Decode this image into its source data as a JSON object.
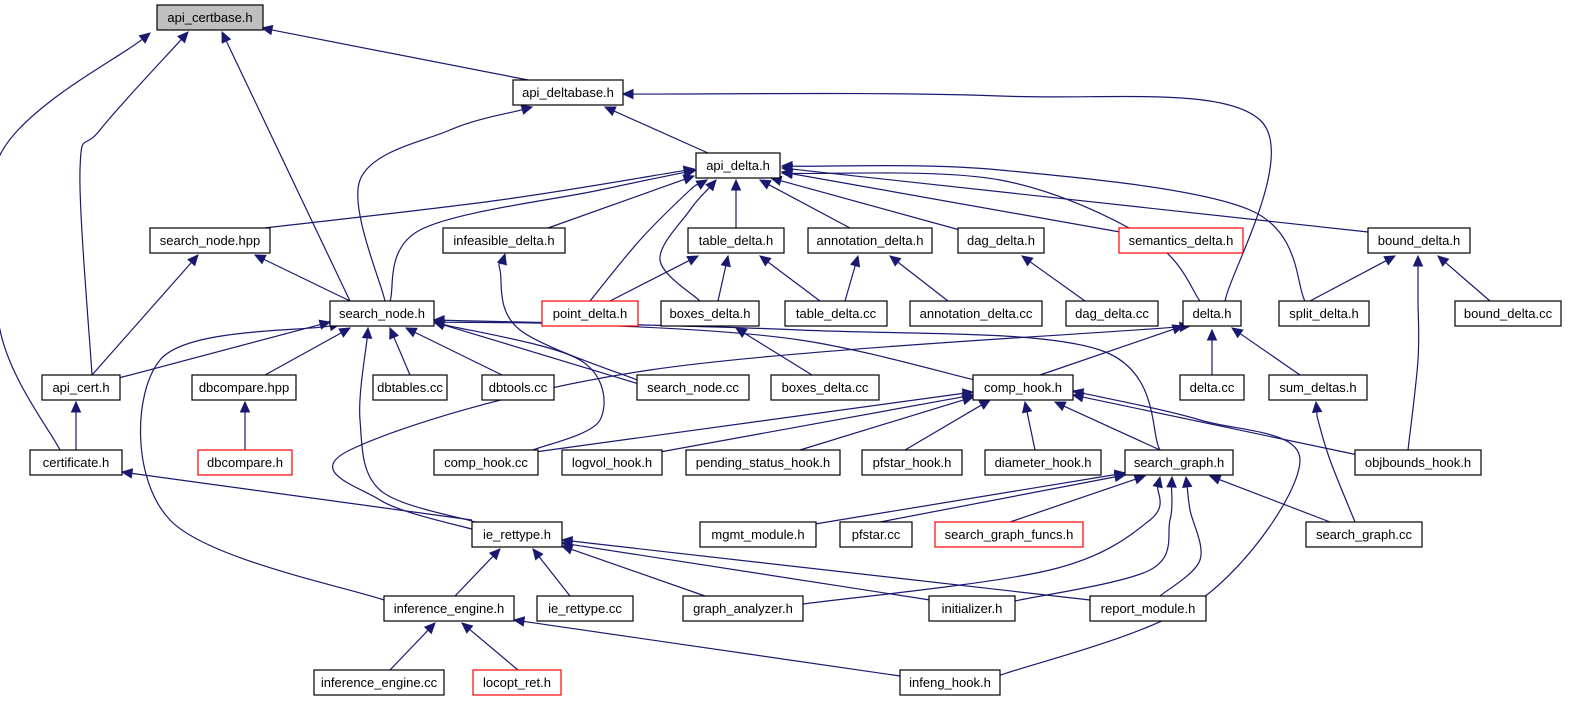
{
  "graph": {
    "colors": {
      "edge": "#191970",
      "border": "#000000",
      "highlight_border": "#ff0000",
      "root_fill": "#bfbfbf",
      "fill": "#ffffff"
    },
    "nodes": [
      {
        "id": "api_certbase",
        "label": "api_certbase.h",
        "root": true
      },
      {
        "id": "api_deltabase",
        "label": "api_deltabase.h"
      },
      {
        "id": "api_delta",
        "label": "api_delta.h"
      },
      {
        "id": "search_node_hpp",
        "label": "search_node.hpp"
      },
      {
        "id": "infeasible_delta",
        "label": "infeasible_delta.h"
      },
      {
        "id": "table_delta",
        "label": "table_delta.h"
      },
      {
        "id": "annotation_delta",
        "label": "annotation_delta.h"
      },
      {
        "id": "dag_delta",
        "label": "dag_delta.h"
      },
      {
        "id": "semantics_delta",
        "label": "semantics_delta.h",
        "highlight": true
      },
      {
        "id": "bound_delta",
        "label": "bound_delta.h"
      },
      {
        "id": "search_node_h",
        "label": "search_node.h"
      },
      {
        "id": "point_delta",
        "label": "point_delta.h",
        "highlight": true
      },
      {
        "id": "boxes_delta",
        "label": "boxes_delta.h"
      },
      {
        "id": "table_delta_cc",
        "label": "table_delta.cc"
      },
      {
        "id": "annotation_delta_cc",
        "label": "annotation_delta.cc"
      },
      {
        "id": "dag_delta_cc",
        "label": "dag_delta.cc"
      },
      {
        "id": "delta_h",
        "label": "delta.h"
      },
      {
        "id": "split_delta",
        "label": "split_delta.h"
      },
      {
        "id": "bound_delta_cc",
        "label": "bound_delta.cc"
      },
      {
        "id": "api_cert",
        "label": "api_cert.h"
      },
      {
        "id": "dbcompare_hpp",
        "label": "dbcompare.hpp"
      },
      {
        "id": "dbtables",
        "label": "dbtables.cc"
      },
      {
        "id": "dbtools",
        "label": "dbtools.cc"
      },
      {
        "id": "search_node_cc",
        "label": "search_node.cc"
      },
      {
        "id": "boxes_delta_cc",
        "label": "boxes_delta.cc"
      },
      {
        "id": "comp_hook_h",
        "label": "comp_hook.h"
      },
      {
        "id": "delta_cc",
        "label": "delta.cc"
      },
      {
        "id": "sum_deltas",
        "label": "sum_deltas.h"
      },
      {
        "id": "certificate",
        "label": "certificate.h"
      },
      {
        "id": "dbcompare_h",
        "label": "dbcompare.h",
        "highlight": true
      },
      {
        "id": "comp_hook_cc",
        "label": "comp_hook.cc"
      },
      {
        "id": "logvol_hook",
        "label": "logvol_hook.h"
      },
      {
        "id": "pending_status_hook",
        "label": "pending_status_hook.h"
      },
      {
        "id": "pfstar_hook",
        "label": "pfstar_hook.h"
      },
      {
        "id": "diameter_hook",
        "label": "diameter_hook.h"
      },
      {
        "id": "search_graph_h",
        "label": "search_graph.h"
      },
      {
        "id": "objbounds_hook",
        "label": "objbounds_hook.h"
      },
      {
        "id": "mgmt_module",
        "label": "mgmt_module.h"
      },
      {
        "id": "pfstar_cc",
        "label": "pfstar.cc"
      },
      {
        "id": "search_graph_funcs",
        "label": "search_graph_funcs.h",
        "highlight": true
      },
      {
        "id": "search_graph_cc",
        "label": "search_graph.cc"
      },
      {
        "id": "ie_rettype_h",
        "label": "ie_rettype.h"
      },
      {
        "id": "inference_engine_h",
        "label": "inference_engine.h"
      },
      {
        "id": "ie_rettype_cc",
        "label": "ie_rettype.cc"
      },
      {
        "id": "graph_analyzer",
        "label": "graph_analyzer.h"
      },
      {
        "id": "initializer",
        "label": "initializer.h"
      },
      {
        "id": "report_module",
        "label": "report_module.h"
      },
      {
        "id": "inference_engine_cc",
        "label": "inference_engine.cc"
      },
      {
        "id": "locopt_ret",
        "label": "locopt_ret.h",
        "highlight": true
      },
      {
        "id": "infeng_hook",
        "label": "infeng_hook.h"
      }
    ],
    "edges": [
      {
        "from": "api_deltabase",
        "to": "api_certbase"
      },
      {
        "from": "search_node_h",
        "to": "api_certbase"
      },
      {
        "from": "api_cert",
        "to": "api_certbase"
      },
      {
        "from": "certificate",
        "to": "api_certbase"
      },
      {
        "from": "api_delta",
        "to": "api_deltabase"
      },
      {
        "from": "search_node_h",
        "to": "api_deltabase"
      },
      {
        "from": "delta_h",
        "to": "api_deltabase"
      },
      {
        "from": "search_node_hpp",
        "to": "api_delta"
      },
      {
        "from": "infeasible_delta",
        "to": "api_delta"
      },
      {
        "from": "table_delta",
        "to": "api_delta"
      },
      {
        "from": "annotation_delta",
        "to": "api_delta"
      },
      {
        "from": "dag_delta",
        "to": "api_delta"
      },
      {
        "from": "semantics_delta",
        "to": "api_delta"
      },
      {
        "from": "bound_delta",
        "to": "api_delta"
      },
      {
        "from": "search_node_h",
        "to": "api_delta"
      },
      {
        "from": "point_delta",
        "to": "api_delta"
      },
      {
        "from": "boxes_delta",
        "to": "api_delta"
      },
      {
        "from": "delta_h",
        "to": "api_delta"
      },
      {
        "from": "split_delta",
        "to": "api_delta"
      },
      {
        "from": "search_node_h",
        "to": "search_node_hpp"
      },
      {
        "from": "api_cert",
        "to": "search_node_hpp"
      },
      {
        "from": "search_node_cc",
        "to": "infeasible_delta"
      },
      {
        "from": "point_delta",
        "to": "table_delta"
      },
      {
        "from": "boxes_delta",
        "to": "table_delta"
      },
      {
        "from": "table_delta_cc",
        "to": "table_delta"
      },
      {
        "from": "table_delta_cc",
        "to": "annotation_delta"
      },
      {
        "from": "annotation_delta_cc",
        "to": "annotation_delta"
      },
      {
        "from": "dag_delta_cc",
        "to": "dag_delta"
      },
      {
        "from": "split_delta",
        "to": "bound_delta"
      },
      {
        "from": "bound_delta_cc",
        "to": "bound_delta"
      },
      {
        "from": "objbounds_hook",
        "to": "bound_delta"
      },
      {
        "from": "api_cert",
        "to": "search_node_h"
      },
      {
        "from": "dbcompare_hpp",
        "to": "search_node_h"
      },
      {
        "from": "dbtables",
        "to": "search_node_h"
      },
      {
        "from": "dbtools",
        "to": "search_node_h"
      },
      {
        "from": "search_node_cc",
        "to": "search_node_h"
      },
      {
        "from": "comp_hook_h",
        "to": "search_node_h"
      },
      {
        "from": "comp_hook_cc",
        "to": "search_node_h"
      },
      {
        "from": "search_graph_h",
        "to": "search_node_h"
      },
      {
        "from": "ie_rettype_h",
        "to": "search_node_h"
      },
      {
        "from": "inference_engine_h",
        "to": "search_node_h"
      },
      {
        "from": "boxes_delta_cc",
        "to": "boxes_delta"
      },
      {
        "from": "comp_hook_h",
        "to": "delta_h"
      },
      {
        "from": "delta_cc",
        "to": "delta_h"
      },
      {
        "from": "sum_deltas",
        "to": "delta_h"
      },
      {
        "from": "ie_rettype_h",
        "to": "delta_h"
      },
      {
        "from": "search_graph_cc",
        "to": "sum_deltas"
      },
      {
        "from": "certificate",
        "to": "api_cert"
      },
      {
        "from": "dbcompare_h",
        "to": "dbcompare_hpp"
      },
      {
        "from": "comp_hook_cc",
        "to": "comp_hook_h"
      },
      {
        "from": "logvol_hook",
        "to": "comp_hook_h"
      },
      {
        "from": "pending_status_hook",
        "to": "comp_hook_h"
      },
      {
        "from": "pfstar_hook",
        "to": "comp_hook_h"
      },
      {
        "from": "diameter_hook",
        "to": "comp_hook_h"
      },
      {
        "from": "search_graph_h",
        "to": "comp_hook_h"
      },
      {
        "from": "objbounds_hook",
        "to": "comp_hook_h"
      },
      {
        "from": "infeng_hook",
        "to": "comp_hook_h"
      },
      {
        "from": "ie_rettype_h",
        "to": "certificate"
      },
      {
        "from": "mgmt_module",
        "to": "search_graph_h"
      },
      {
        "from": "pfstar_cc",
        "to": "search_graph_h"
      },
      {
        "from": "search_graph_funcs",
        "to": "search_graph_h"
      },
      {
        "from": "search_graph_cc",
        "to": "search_graph_h"
      },
      {
        "from": "graph_analyzer",
        "to": "search_graph_h"
      },
      {
        "from": "initializer",
        "to": "search_graph_h"
      },
      {
        "from": "report_module",
        "to": "search_graph_h"
      },
      {
        "from": "inference_engine_h",
        "to": "ie_rettype_h"
      },
      {
        "from": "ie_rettype_cc",
        "to": "ie_rettype_h"
      },
      {
        "from": "graph_analyzer",
        "to": "ie_rettype_h"
      },
      {
        "from": "initializer",
        "to": "ie_rettype_h"
      },
      {
        "from": "report_module",
        "to": "ie_rettype_h"
      },
      {
        "from": "inference_engine_cc",
        "to": "inference_engine_h"
      },
      {
        "from": "locopt_ret",
        "to": "inference_engine_h"
      },
      {
        "from": "infeng_hook",
        "to": "inference_engine_h"
      }
    ]
  }
}
